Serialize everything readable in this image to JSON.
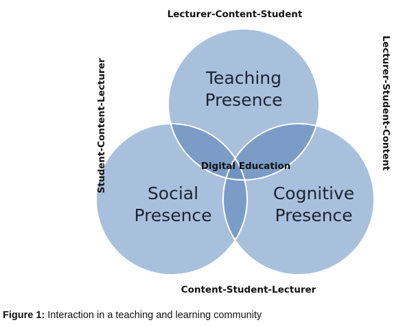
{
  "labels": {
    "top": "Lecturer-Content-Student",
    "right": "Lecturer-Student-Content",
    "left": "Student-Content-Lecturer",
    "bottom": "Content-Student-Lecturer"
  },
  "circles": {
    "teaching": {
      "line1": "Teaching",
      "line2": "Presence"
    },
    "social": {
      "line1": "Social",
      "line2": "Presence"
    },
    "cognitive": {
      "line1": "Cognitive",
      "line2": "Presence"
    }
  },
  "center": {
    "label": "Digital Education"
  },
  "caption": {
    "head": "Figure 1:",
    "text": " Interaction in a teaching and learning community"
  },
  "colors": {
    "circle_fill": "#a8c0dc",
    "overlap_two": "#7b9cc6",
    "overlap_three": "#6f92c0",
    "circle_stroke": "#ffffff"
  }
}
